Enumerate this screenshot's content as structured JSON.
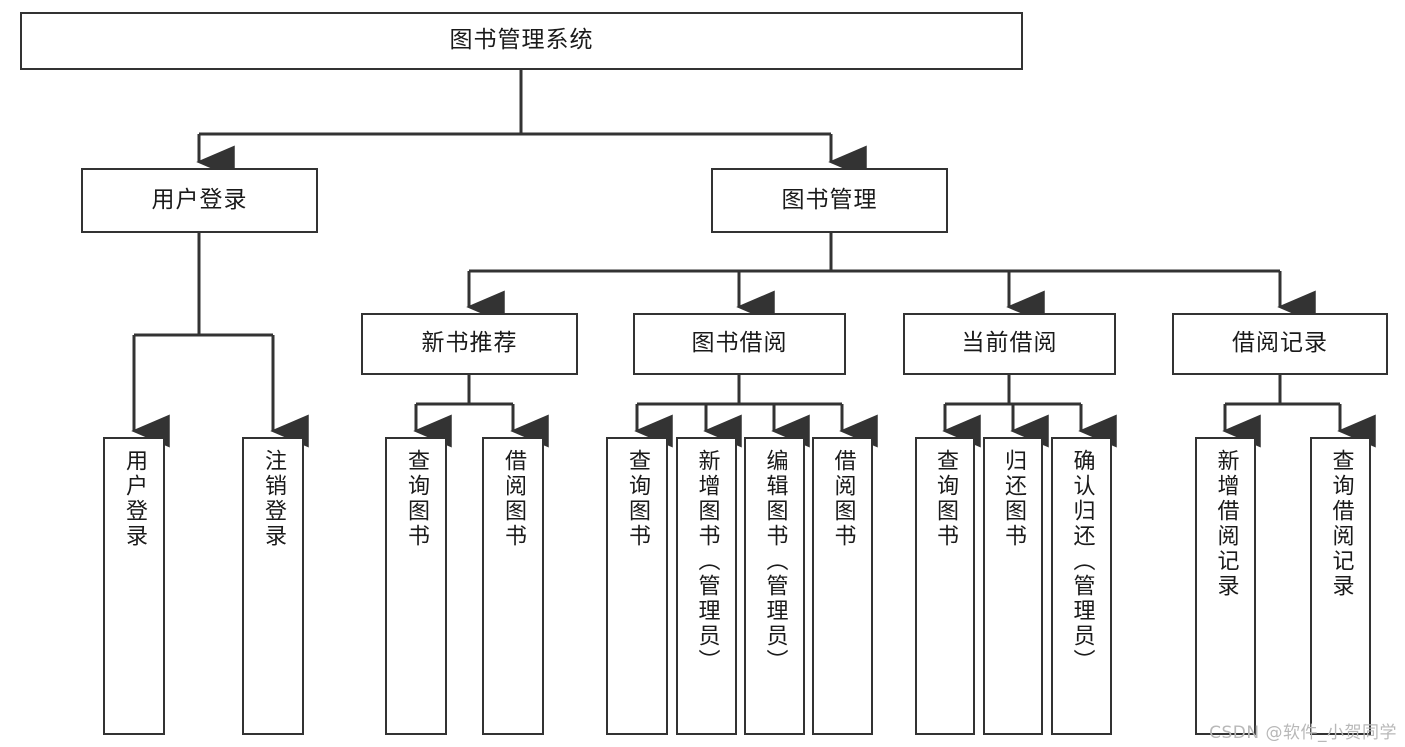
{
  "diagram": {
    "type": "tree",
    "orientation": "top-down",
    "title": "图书管理系统",
    "stroke_color": "#333333",
    "fill_color": "#ffffff",
    "text_color": "#1a1a1a"
  },
  "watermark": {
    "text": "CSDN @软件_小贺同学",
    "color": "#b8b8b8"
  },
  "nodes": {
    "root": {
      "label": "图书管理系统"
    },
    "level2": [
      {
        "label": "用户登录"
      },
      {
        "label": "图书管理"
      }
    ],
    "level3": [
      {
        "label": "新书推荐"
      },
      {
        "label": "图书借阅"
      },
      {
        "label": "当前借阅"
      },
      {
        "label": "借阅记录"
      }
    ],
    "leaves_user_login": [
      {
        "label": "用户登录"
      },
      {
        "label": "注销登录"
      }
    ],
    "leaves_new_books": [
      {
        "label": "查询图书"
      },
      {
        "label": "借阅图书"
      }
    ],
    "leaves_borrow": [
      {
        "label": "查询图书"
      },
      {
        "label": "新增图书（管理员）"
      },
      {
        "label": "编辑图书（管理员）"
      },
      {
        "label": "借阅图书"
      }
    ],
    "leaves_current": [
      {
        "label": "查询图书"
      },
      {
        "label": "归还图书"
      },
      {
        "label": "确认归还（管理员）"
      }
    ],
    "leaves_records": [
      {
        "label": "新增借阅记录"
      },
      {
        "label": "查询借阅记录"
      }
    ]
  }
}
